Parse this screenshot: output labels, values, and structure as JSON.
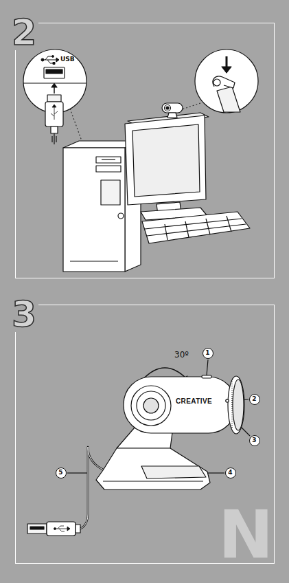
{
  "diagram": {
    "nodes": [
      {
        "text": [
          "2"
        ]
      },
      {
        "text": [
          "3"
        ]
      },
      {
        "text": [
          "1"
        ],
        "in": 1
      },
      {
        "text": [
          "2"
        ],
        "in": 1
      },
      {
        "text": [
          "3"
        ],
        "in": 1
      },
      {
        "text": [
          "4"
        ],
        "in": 1
      },
      {
        "text": [
          "5"
        ],
        "in": 1
      }
    ],
    "labels": [
      "USB",
      "30º",
      "CREATIVE",
      "N"
    ]
  }
}
